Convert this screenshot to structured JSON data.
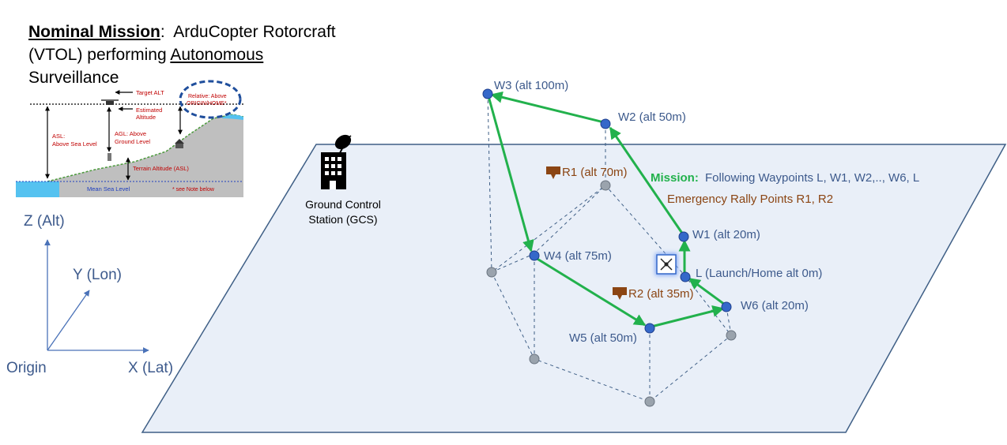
{
  "title": {
    "heading": "Nominal Mission",
    "colon": ":",
    "part1": "ArduCopter Rotorcraft",
    "part2": "(VTOL) performing",
    "emph": "Autonomous",
    "part3": "Surveillance"
  },
  "inset": {
    "target_alt": "Target ALT",
    "estimated": "Estimated",
    "altitude": "Altitude",
    "asl1": "ASL:",
    "asl2": "Above Sea Level",
    "agl1": "AGL: Above",
    "agl2": "Ground Level",
    "relative1": "Relative: Above",
    "relative2": "ORIGIN/HOME*",
    "terrain": "Terrain Altitude (ASL)",
    "note": "* see Note below",
    "msl": "Mean Sea Level"
  },
  "axes": {
    "z": "Z (Alt)",
    "y": "Y (Lon)",
    "x": "X (Lat)",
    "origin": "Origin"
  },
  "gcs": {
    "line1": "Ground Control",
    "line2": "Station (GCS)"
  },
  "mission": {
    "label": "Mission:",
    "text": "Following Waypoints L, W1, W2,.., W6, L",
    "rally": "Emergency Rally Points R1, R2"
  },
  "waypoints": [
    {
      "id": "W3",
      "label": "W3 (alt 100m)"
    },
    {
      "id": "W2",
      "label": "W2 (alt 50m)"
    },
    {
      "id": "W1",
      "label": "W1 (alt 20m)"
    },
    {
      "id": "L",
      "label": "L (Launch/Home alt 0m)"
    },
    {
      "id": "W4",
      "label": "W4 (alt 75m)"
    },
    {
      "id": "W6",
      "label": "W6 (alt 20m)"
    },
    {
      "id": "W5",
      "label": "W5 (alt 50m)"
    }
  ],
  "rally_points": [
    {
      "id": "R1",
      "label": "R1 (alt 70m)"
    },
    {
      "id": "R2",
      "label": "R2 (alt 35m)"
    }
  ],
  "colors": {
    "plane_fill": "#e9eff8",
    "plane_stroke": "#3f5f86",
    "path": "#22b14c",
    "waypoint": "#3568c9",
    "ground_marker": "#9aa3ad",
    "text_blue": "#3d5a8c",
    "rally": "#8b4513"
  }
}
